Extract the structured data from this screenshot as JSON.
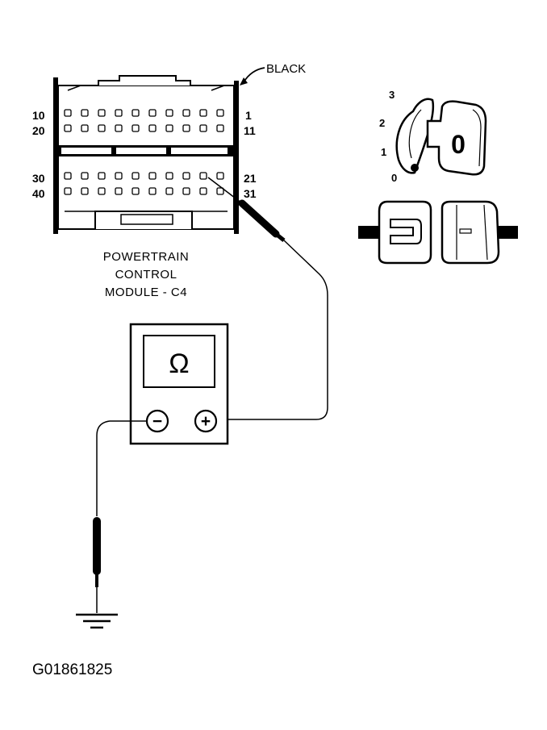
{
  "connector": {
    "wire_color_label": "BLACK",
    "pin_labels": {
      "row1_left": "10",
      "row2_left": "20",
      "row1_right": "1",
      "row2_right": "11",
      "row3_left": "30",
      "row4_left": "40",
      "row3_right": "21",
      "row4_right": "31"
    },
    "caption_lines": [
      "POWERTRAIN",
      "CONTROL",
      "MODULE - C4"
    ]
  },
  "meter": {
    "symbol": "Ω",
    "neg_symbol": "−",
    "pos_symbol": "+"
  },
  "ignition": {
    "positions": [
      "3",
      "2",
      "1",
      "0"
    ],
    "key_label": "0"
  },
  "figure_id": "G01861825"
}
